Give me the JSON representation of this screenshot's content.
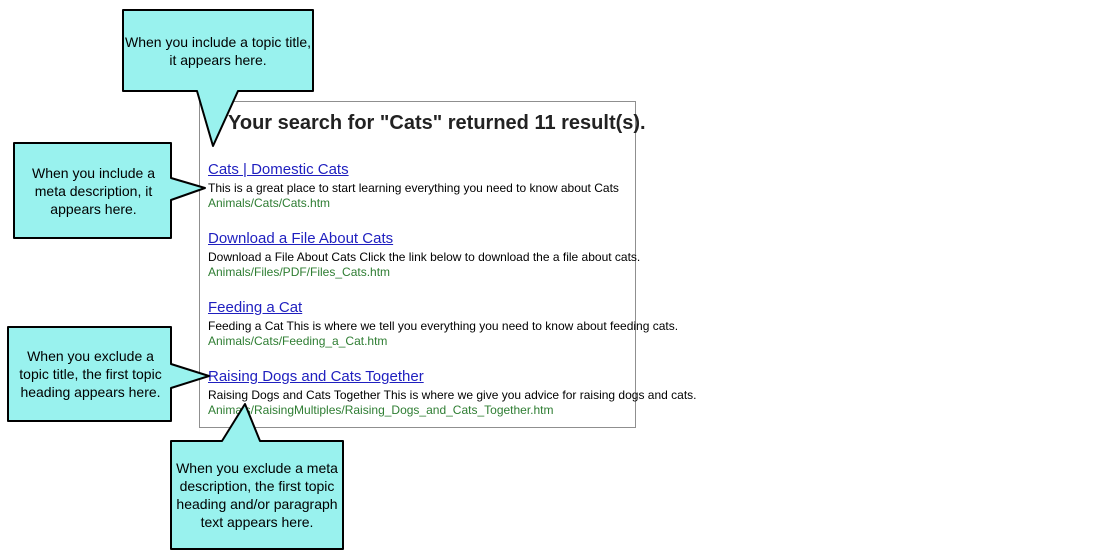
{
  "search": {
    "heading": "Your search for \"Cats\" returned 11 result(s).",
    "results": [
      {
        "title": "Cats | Domestic Cats",
        "description": "This is a great place to start learning everything you need to know about Cats",
        "url": "Animals/Cats/Cats.htm"
      },
      {
        "title": "Download a File About Cats",
        "description": "Download a File About Cats Click the link below to download the a file about cats.",
        "url": "Animals/Files/PDF/Files_Cats.htm"
      },
      {
        "title": "Feeding a Cat",
        "description": "Feeding a Cat This is where we tell you everything you need to know about feeding cats.",
        "url": "Animals/Cats/Feeding_a_Cat.htm"
      },
      {
        "title": "Raising Dogs and Cats Together",
        "description": "Raising Dogs and Cats Together This is where we give you advice for raising dogs and cats.",
        "url": "Animals/RaisingMultiples/Raising_Dogs_and_Cats_Together.htm"
      }
    ]
  },
  "callouts": {
    "topic_title": "When you include a topic title, it appears here.",
    "meta_description": "When you include a meta description, it appears here.",
    "first_heading": "When you exclude a topic title, the first topic heading appears here.",
    "first_paragraph": "When you exclude a meta description, the first topic heading and/or paragraph text appears here."
  },
  "colors": {
    "callout_fill": "#99f2ee",
    "callout_border": "#000000",
    "link": "#1f1fbf",
    "url": "#2e7d32"
  }
}
